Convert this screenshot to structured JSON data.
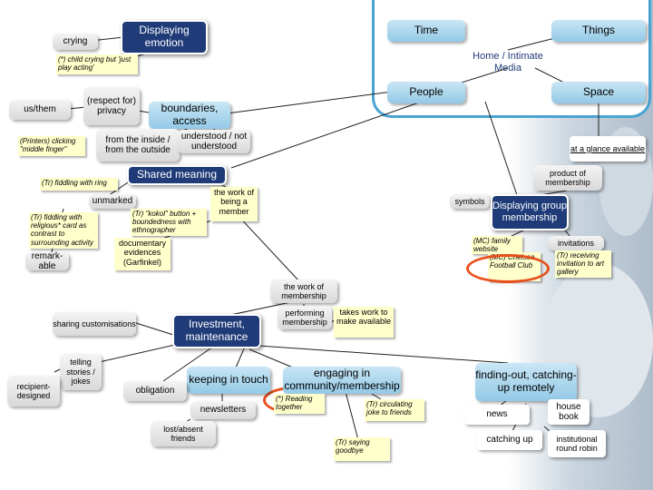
{
  "nodes": {
    "crying": "crying",
    "displaying_emotion": "Displaying emotion",
    "child_crying_note": "(*) child crying but 'just play acting'",
    "time": "Time",
    "things": "Things",
    "home_media": "Home / Intimate Media",
    "people": "People",
    "space": "Space",
    "us_them": "us/them",
    "respect_privacy": "(respect for) privacy",
    "boundaries_access": "boundaries, access",
    "printers_note": "(Printers) clicking \"middle finger\"",
    "from_inside": "from the inside / from the outside",
    "understood": "understood / not understood",
    "at_a_glance": "at a glance available",
    "shared_meaning": "Shared meaning",
    "product_membership": "product of membership",
    "fiddling_note": "(Tr) fiddling with ring",
    "work_of_being": "the work of being a member",
    "unmarked": "unmarked",
    "symbols": "symbols",
    "display_group": "Displaying group membership",
    "religious_note": "(Tr) fiddling with religious* card as contrast to surrounding activity",
    "kokol_note": "(Tr) \"kokol\" button + boundedness with ethnographer",
    "mc_family_note": "(MC) family website",
    "mc_chelsea_note": "(MC) Chelsea Football Club",
    "invitations": "invitations",
    "receiving_note": "(Tr) receiving invitation to art gallery",
    "remarkable": "remark- able",
    "documentary": "documentary evidences (Garfinkel)",
    "work_membership": "the work of membership",
    "performing": "performing membership",
    "takes_work": "takes work to make available",
    "sharing": "sharing customisations",
    "investment": "Investment, maintenance",
    "telling": "telling stories / jokes",
    "recipient": "recipient- designed",
    "keeping": "keeping in touch",
    "obligation": "obligation",
    "engaging": "engaging in community/membership",
    "finding_out": "finding-out, catching-up remotely",
    "newsletters": "newsletters",
    "reading_note": "(*) Reading together",
    "circulating_note": "(Tr) circulating joke to friends",
    "news": "news",
    "house_book": "house book",
    "lost_absent": "lost/absent friends",
    "saying_goodbye": "(Tr) saying goodbye",
    "catching_up": "catching up",
    "round_robin": "institutional round robin"
  },
  "colors": {
    "navy": "#1f3b78",
    "light_blue": "#93c9e6",
    "frame_blue": "#4aa3d4",
    "note_yellow": "#ffffcc",
    "highlight_orange": "#e8501c"
  }
}
